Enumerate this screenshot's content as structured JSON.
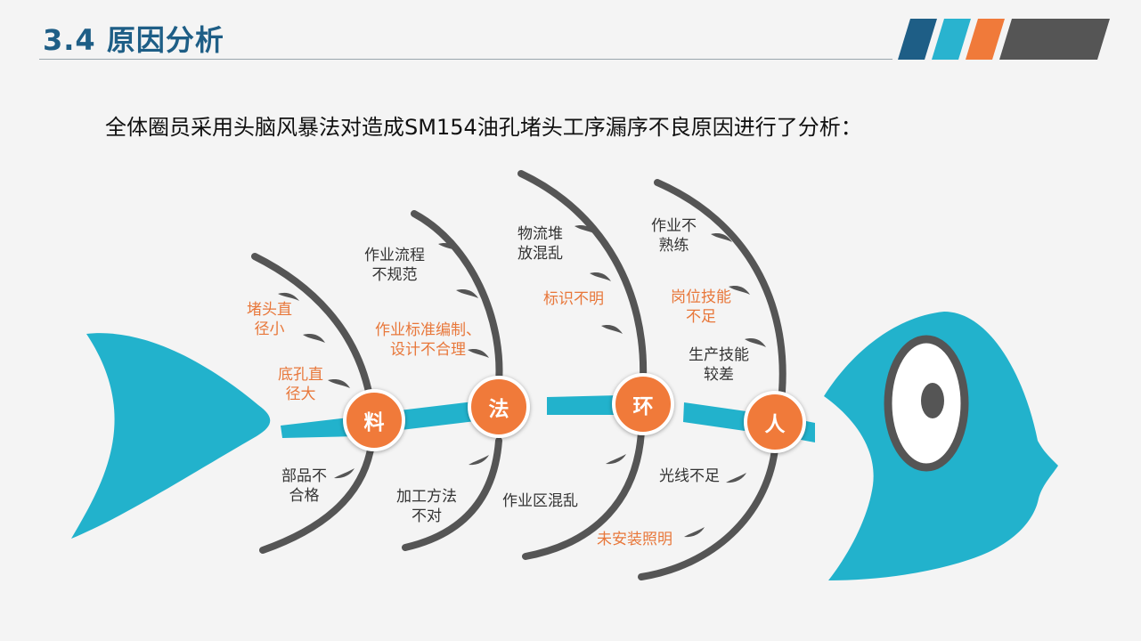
{
  "header": {
    "title": "3.4  原因分析",
    "stripe_colors": [
      "#1e5e86",
      "#29b3cf",
      "#f07a3a",
      "#555555"
    ]
  },
  "subtitle": "全体圈员采用头脑风暴法对造成SM154油孔堵头工序漏序不良原因进行了分析：",
  "colors": {
    "fish": "#22b2cc",
    "bone": "#555555",
    "accent": "#f07a3a",
    "cause_gray": "#333333",
    "cause_orange": "#e8773a"
  },
  "categories": {
    "material": "料",
    "method": "法",
    "environment": "环",
    "people": "人"
  },
  "causes": {
    "material": {
      "top_1": "堵头直\n径小",
      "top_2": "底孔直\n径大",
      "bottom_1": "部品不\n合格"
    },
    "method": {
      "top_1": "作业流程\n不规范",
      "top_2": "作业标准编制、\n设计不合理",
      "bottom_1": "加工方法\n不对"
    },
    "environment": {
      "top_1": "物流堆\n放混乱",
      "top_2": "标识不明",
      "bottom_1": "作业区混乱"
    },
    "people": {
      "top_1": "作业不\n熟练",
      "top_2": "岗位技能\n不足",
      "top_3": "生产技能\n较差",
      "bottom_1": "光线不足",
      "bottom_2": "未安装照明"
    }
  }
}
